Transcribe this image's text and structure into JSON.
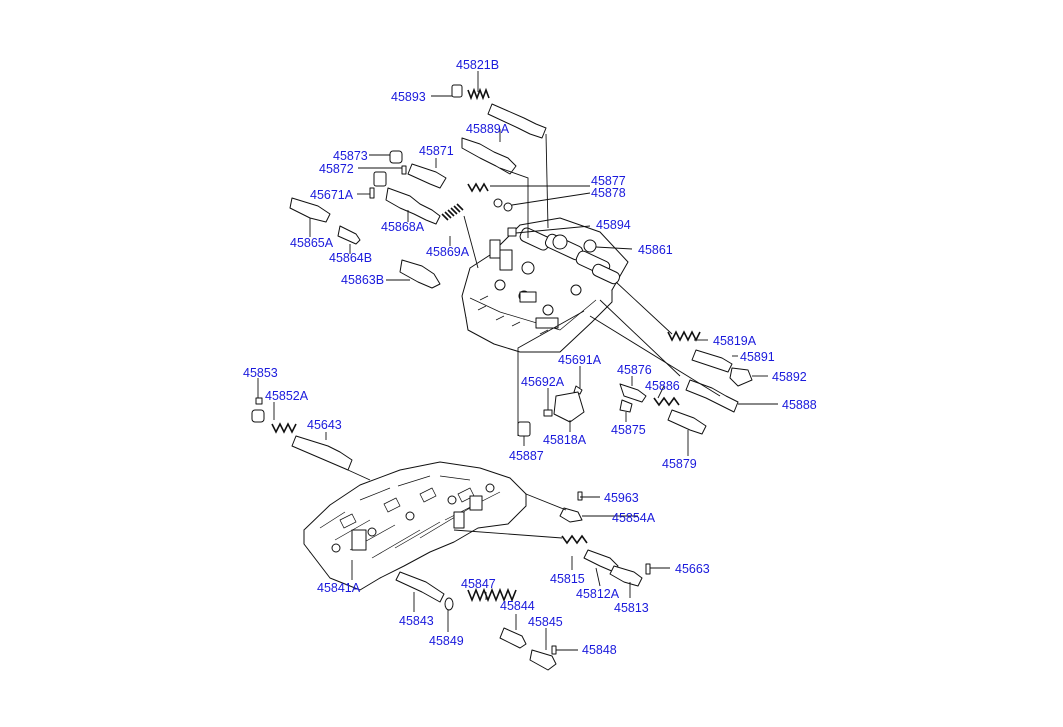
{
  "diagram": {
    "labels": {
      "p45821B": "45821B",
      "p45893": "45893",
      "p45889A": "45889A",
      "p45873": "45873",
      "p45871": "45871",
      "p45872": "45872",
      "p45877": "45877",
      "p45878": "45878",
      "p45671A": "45671A",
      "p45894": "45894",
      "p45868A": "45868A",
      "p45865A": "45865A",
      "p45861": "45861",
      "p45869A": "45869A",
      "p45864B": "45864B",
      "p45863B": "45863B",
      "p45819A": "45819A",
      "p45891": "45891",
      "p45691A": "45691A",
      "p45892": "45892",
      "p45876": "45876",
      "p45853": "45853",
      "p45692A": "45692A",
      "p45886": "45886",
      "p45852A": "45852A",
      "p45888": "45888",
      "p45643": "45643",
      "p45875": "45875",
      "p45818A": "45818A",
      "p45887": "45887",
      "p45879": "45879",
      "p45963": "45963",
      "p45854A": "45854A",
      "p45663": "45663",
      "p45815": "45815",
      "p45841A": "45841A",
      "p45847": "45847",
      "p45812A": "45812A",
      "p45813": "45813",
      "p45844": "45844",
      "p45843": "45843",
      "p45845": "45845",
      "p45849": "45849",
      "p45848": "45848"
    }
  }
}
